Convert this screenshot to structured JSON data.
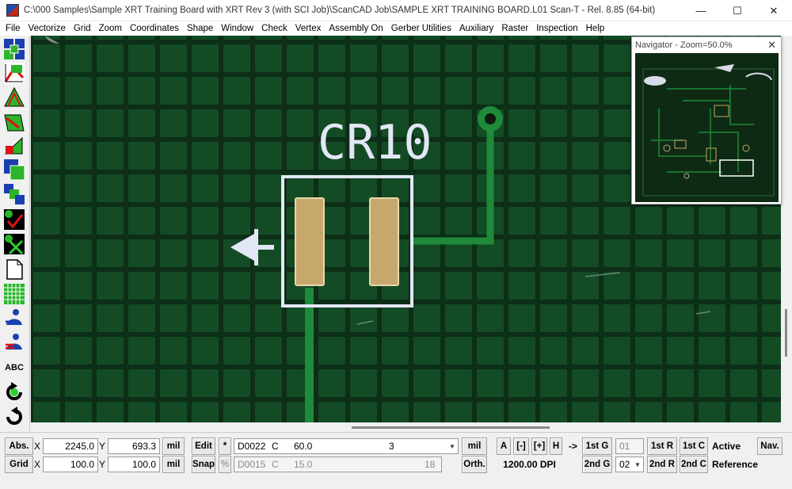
{
  "window": {
    "title": "C:\\000 Samples\\Sample XRT Training Board with XRT Rev 3 (with SCI Job)\\ScanCAD Job\\SAMPLE XRT TRAINING BOARD.L01  Scan-T - Rel. 8.85 (64-bit)",
    "minimize": "—",
    "maximize": "☐",
    "close": "✕"
  },
  "menu": [
    "File",
    "Vectorize",
    "Grid",
    "Zoom",
    "Coordinates",
    "Shape",
    "Window",
    "Check",
    "Vertex",
    "Assembly On",
    "Gerber Utilities",
    "Auxiliary",
    "Raster",
    "Inspection",
    "Help"
  ],
  "toolbar": {
    "abc_label": "ABC"
  },
  "canvas": {
    "refdes": "CR10",
    "colors": {
      "board": "#0d2e17",
      "copper": "#1f8a39",
      "silk": "#e3e7f5",
      "pad": "#c7a86c"
    }
  },
  "navigator": {
    "title": "Navigator - Zoom=50.0%",
    "close": "✕"
  },
  "status": {
    "abs_button": "Abs.",
    "grid_button": "Grid",
    "x_label": "X",
    "y_label": "Y",
    "abs_x": "2245.0",
    "abs_y": "693.3",
    "grid_x": "100.0",
    "grid_y": "100.0",
    "unit": "mil",
    "edit_button": "Edit",
    "snap_button": "Snap",
    "star": "*",
    "percent": "%",
    "aperture_active": {
      "code": "D0022",
      "shape": "C",
      "size": "60.0",
      "count": "3"
    },
    "aperture_snap": {
      "code": "D0015",
      "shape": "C",
      "size": "15.0",
      "count": "18"
    },
    "orth_button": "Orth.",
    "a_button": "A",
    "minus_button": "[-]",
    "plus_button": "[+]",
    "h_button": "H",
    "dpi": "1200.00 DPI",
    "arrow": "->",
    "first_g": "1st G",
    "second_g": "2nd G",
    "g_value_1": "01",
    "g_value_2": "02",
    "first_r": "1st R",
    "second_r": "2nd R",
    "first_c": "1st C",
    "second_c": "2nd C",
    "active": "Active",
    "reference": "Reference",
    "nav_button": "Nav."
  }
}
